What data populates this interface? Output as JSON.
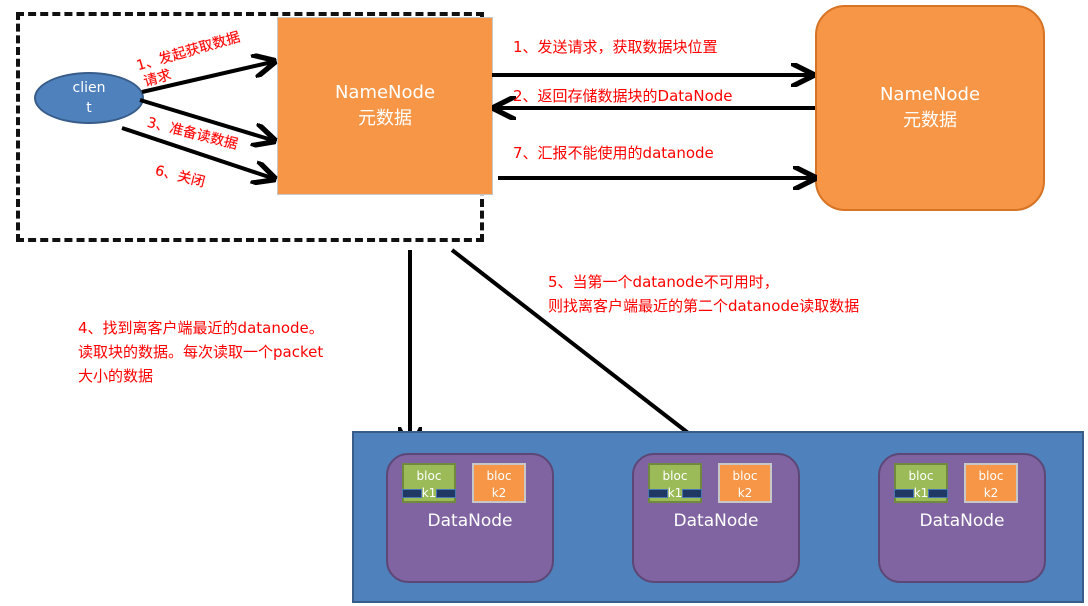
{
  "client": {
    "line1": "clien",
    "line2": "t"
  },
  "local_namenode": {
    "line1": "NameNode",
    "line2": "元数据"
  },
  "remote_namenode": {
    "line1": "NameNode",
    "line2": "元数据"
  },
  "steps": {
    "s1_local": "1、发起获取数据",
    "s1_local_cont": "请求",
    "s3_local": "3、准备读数据",
    "s6_local": "6、关闭",
    "s1": "1、发送请求，获取数据块位置",
    "s2": "2、返回存储数据块的DataNode",
    "s7": "7、汇报不能使用的datanode",
    "s4_line1": "4、找到离客户端最近的datanode。",
    "s4_line2": "读取块的数据。每次读取一个packet",
    "s4_line3": "大小的数据",
    "s5_line1": "5、当第一个datanode不可用时，",
    "s5_line2": "则找离客户端最近的第二个datanode读取数据"
  },
  "datanodes": [
    {
      "label": "DataNode",
      "block1_line1": "bloc",
      "block1_line2": "k1",
      "block2_line1": "bloc",
      "block2_line2": "k2"
    },
    {
      "label": "DataNode",
      "block1_line1": "bloc",
      "block1_line2": "k1",
      "block2_line1": "bloc",
      "block2_line2": "k2"
    },
    {
      "label": "DataNode",
      "block1_line1": "bloc",
      "block1_line2": "k1",
      "block2_line1": "bloc",
      "block2_line2": "k2"
    }
  ],
  "colors": {
    "namenode": "#f79646",
    "client": "#4f81bd",
    "cluster": "#4f81bd",
    "datanode": "#8064a2",
    "block1": "#9bbb59",
    "block2": "#f79646",
    "annotation": "#ff0000"
  }
}
